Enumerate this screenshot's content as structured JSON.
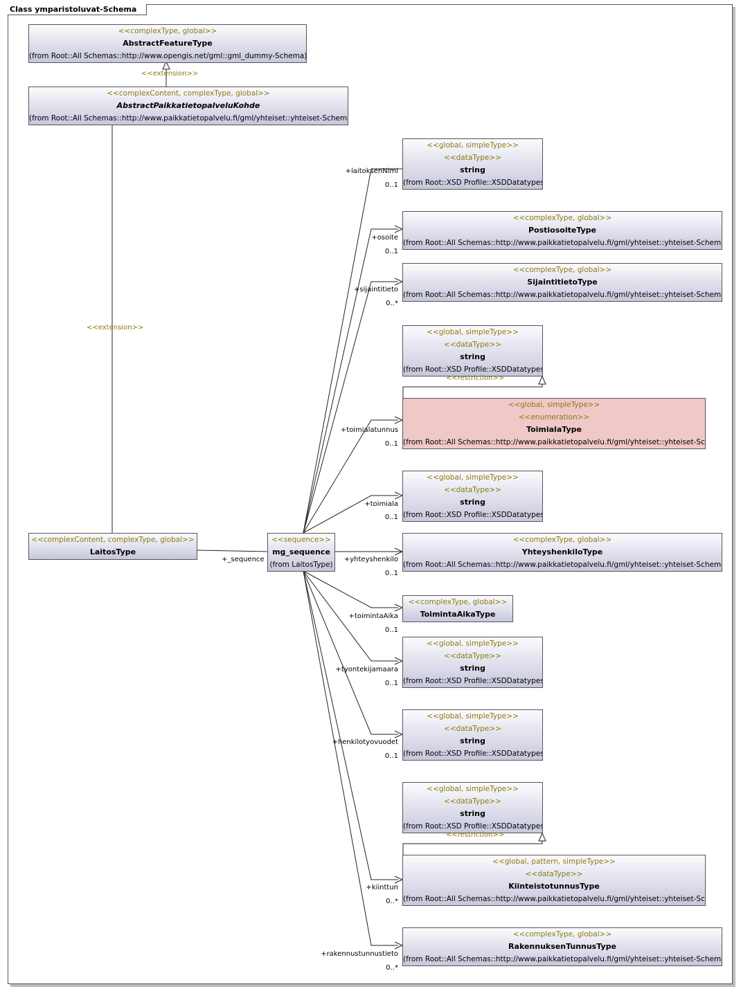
{
  "frame_title": "Class ymparistoluvat-Schema",
  "classes": {
    "abstract_feature": {
      "stereo": "<<complexType, global>>",
      "name": "AbstractFeatureType",
      "from": "(from Root::All Schemas::http://www.opengis.net/gml::gml_dummy-Schema)"
    },
    "abstract_kohde": {
      "stereo": "<<complexContent, complexType, global>>",
      "name": "AbstractPaikkatietopalveluKohde",
      "from": "(from Root::All Schemas::http://www.paikkatietopalvelu.fi/gml/yhteiset::yhteiset-Schema)"
    },
    "laitos": {
      "stereo": "<<complexContent, complexType, global>>",
      "name": "LaitosType"
    },
    "mg_sequence": {
      "stereo": "<<sequence>>",
      "name": "mg_sequence",
      "from": "(from LaitosType)"
    },
    "string1": {
      "stereo": "<<global, simpleType>>",
      "stereo2": "<<dataType>>",
      "name": "string",
      "from": "(from Root::XSD Profile::XSDDatatypes)"
    },
    "postiosoite": {
      "stereo": "<<complexType, global>>",
      "name": "PostiosoiteType",
      "from": "(from Root::All Schemas::http://www.paikkatietopalvelu.fi/gml/yhteiset::yhteiset-Schema)"
    },
    "sijaintitieto": {
      "stereo": "<<complexType, global>>",
      "name": "SijaintitietoType",
      "from": "(from Root::All Schemas::http://www.paikkatietopalvelu.fi/gml/yhteiset::yhteiset-Schema)"
    },
    "string2": {
      "stereo": "<<global, simpleType>>",
      "stereo2": "<<dataType>>",
      "name": "string",
      "from": "(from Root::XSD Profile::XSDDatatypes)"
    },
    "toimiala_type": {
      "stereo": "<<global, simpleType>>",
      "stereo2": "<<enumeration>>",
      "name": "ToimialaType",
      "from": "(from Root::All Schemas::http://www.paikkatietopalvelu.fi/gml/yhteiset::yhteiset-Schema)"
    },
    "string3": {
      "stereo": "<<global, simpleType>>",
      "stereo2": "<<dataType>>",
      "name": "string",
      "from": "(from Root::XSD Profile::XSDDatatypes)"
    },
    "yhteyshenkilo": {
      "stereo": "<<complexType, global>>",
      "name": "YhteyshenkiloType",
      "from": "(from Root::All Schemas::http://www.paikkatietopalvelu.fi/gml/yhteiset::yhteiset-Schema)"
    },
    "toimintaaika": {
      "stereo": "<<complexType, global>>",
      "name": "ToimintaAikaType"
    },
    "string4": {
      "stereo": "<<global, simpleType>>",
      "stereo2": "<<dataType>>",
      "name": "string",
      "from": "(from Root::XSD Profile::XSDDatatypes)"
    },
    "string5": {
      "stereo": "<<global, simpleType>>",
      "stereo2": "<<dataType>>",
      "name": "string",
      "from": "(from Root::XSD Profile::XSDDatatypes)"
    },
    "string6": {
      "stereo": "<<global, simpleType>>",
      "stereo2": "<<dataType>>",
      "name": "string",
      "from": "(from Root::XSD Profile::XSDDatatypes)"
    },
    "kiinteistotunnus": {
      "stereo": "<<global, pattern, simpleType>>",
      "stereo2": "<<dataType>>",
      "name": "KiinteistotunnusType",
      "from": "(from Root::All Schemas::http://www.paikkatietopalvelu.fi/gml/yhteiset::yhteiset-Schema)"
    },
    "rakennuksen": {
      "stereo": "<<complexType, global>>",
      "name": "RakennuksenTunnusType",
      "from": "(from Root::All Schemas::http://www.paikkatietopalvelu.fi/gml/yhteiset::yhteiset-Schema)"
    }
  },
  "labels": {
    "extension1": "<<extension>>",
    "extension2": "<<extension>>",
    "restriction1": "<<restriction>>",
    "restriction2": "<<restriction>>",
    "sequence_role": "+_sequence",
    "roles": [
      {
        "role": "+laitoksenNimi",
        "mult": "0..1"
      },
      {
        "role": "+osoite",
        "mult": "0..1"
      },
      {
        "role": "+sijaintitieto",
        "mult": "0..*"
      },
      {
        "role": "+toimialatunnus",
        "mult": "0..1"
      },
      {
        "role": "+toimiala",
        "mult": "0..1"
      },
      {
        "role": "+yhteyshenkilo",
        "mult": "0..1"
      },
      {
        "role": "+toimintaAika",
        "mult": "0..1"
      },
      {
        "role": "+tyontekijamaara",
        "mult": "0..1"
      },
      {
        "role": "+henkilotyovuodet",
        "mult": "0..1"
      },
      {
        "role": "+kiinttun",
        "mult": "0..*"
      },
      {
        "role": "+rakennustunnustieto",
        "mult": "0..*"
      }
    ]
  },
  "colors": {
    "stereotype": "#8a7a10",
    "box_top": "#fbfbfe",
    "box_bottom": "#c7c7dd",
    "enum_fill": "#f0c8c8",
    "border": "#555555"
  }
}
